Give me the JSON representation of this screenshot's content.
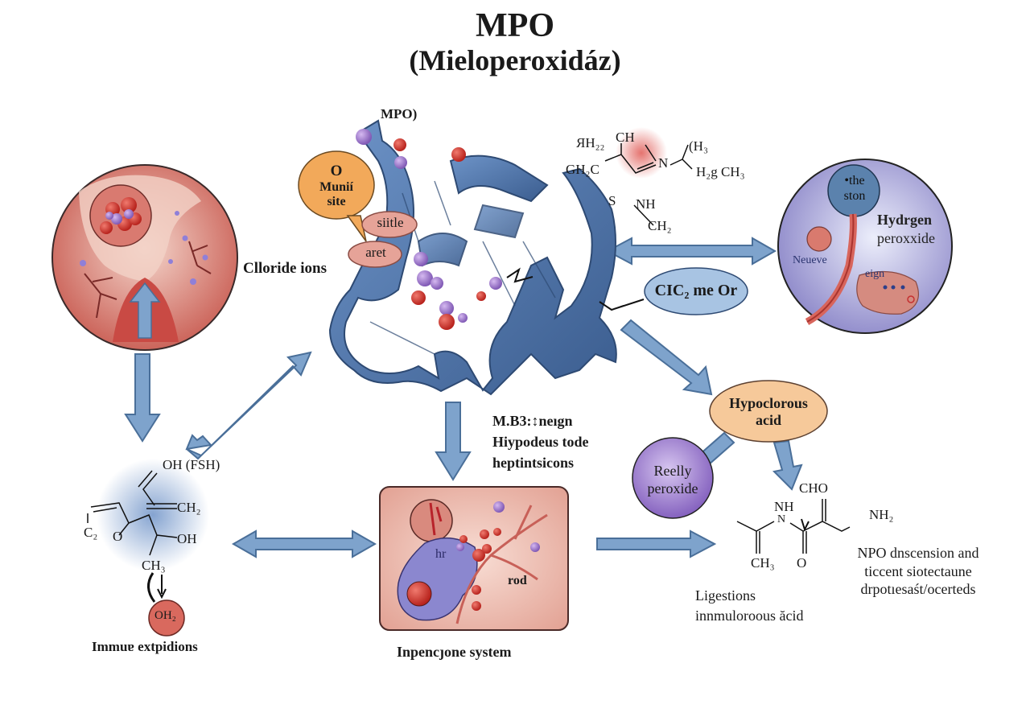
{
  "title": {
    "main": "MPO",
    "subtitle": "(Mieloperoxidáz)"
  },
  "protein": {
    "label": "MPO)",
    "callout_active_site": [
      "O",
      "Munií",
      "site"
    ],
    "tag_1": "siitle",
    "tag_2": "aret"
  },
  "left_top": {
    "label": "Clloride ions"
  },
  "chem_top_right": {
    "rh22": "ЯH₂₂",
    "ch": "CH",
    "gh2c": "GH₂C",
    "n": "N",
    "h3": "(H₃",
    "h2g_ch3": "H₂g CH₃",
    "s": "S",
    "nh": "NH",
    "ch2": "CH₂"
  },
  "right_circle": {
    "inner": [
      "•the",
      "ston"
    ],
    "title": [
      "Hydrgen",
      "peroxxide"
    ],
    "neueve": "Neueve",
    "eign": "eign"
  },
  "oval_cl": {
    "label": "CIC₂ me Or"
  },
  "mid_text": [
    "M.B3:↕neıgn",
    "Hiypodeus tode",
    "heptintsicons"
  ],
  "hypochlorous": {
    "label": [
      "Hypoclorous",
      "acid"
    ]
  },
  "reelly": {
    "label": [
      "Reelly",
      "peroxide"
    ]
  },
  "chem_bottom_right": {
    "cho": "CHO",
    "nh": "NH",
    "n": "N",
    "nh2": "NH₂",
    "ch3": "CH₃",
    "o": "O"
  },
  "bottom_right_text": [
    "NPO dnscension and",
    "ticcent siotectaune",
    "drpotıesaśt/ocerteds"
  ],
  "ligestions": [
    "Ligestions",
    "innmuloroous ăcid"
  ],
  "chem_left": {
    "oh_fsh": "OH (FSH)",
    "ch2": "CH₂",
    "c2": "C₂",
    "o": "O",
    "oh": "OH",
    "ch3": "CH₃",
    "oh2": "OH₂",
    "caption": "Immuɐ extpidions"
  },
  "center_box": {
    "rod": "rod",
    "hr": "hr",
    "caption": "Inpencȷone system"
  },
  "colors": {
    "arrow_fill": "#7ea3cc",
    "arrow_stroke": "#4a6f99",
    "protein": "#4f74a8",
    "protein_dark": "#2e4a73",
    "tissue": "#c8574f",
    "tissue_light": "#efc7bd",
    "purple": "#9b7ac9",
    "red_atom": "#d9392f",
    "orange_bubble": "#f2a95a",
    "peach_oval": "#f6c99a",
    "pink_tag": "#e6a398",
    "blue_oval": "#a8c4e3",
    "violet_circle": "#a58ad1",
    "right_circle_bg": "#c3c5ec"
  }
}
